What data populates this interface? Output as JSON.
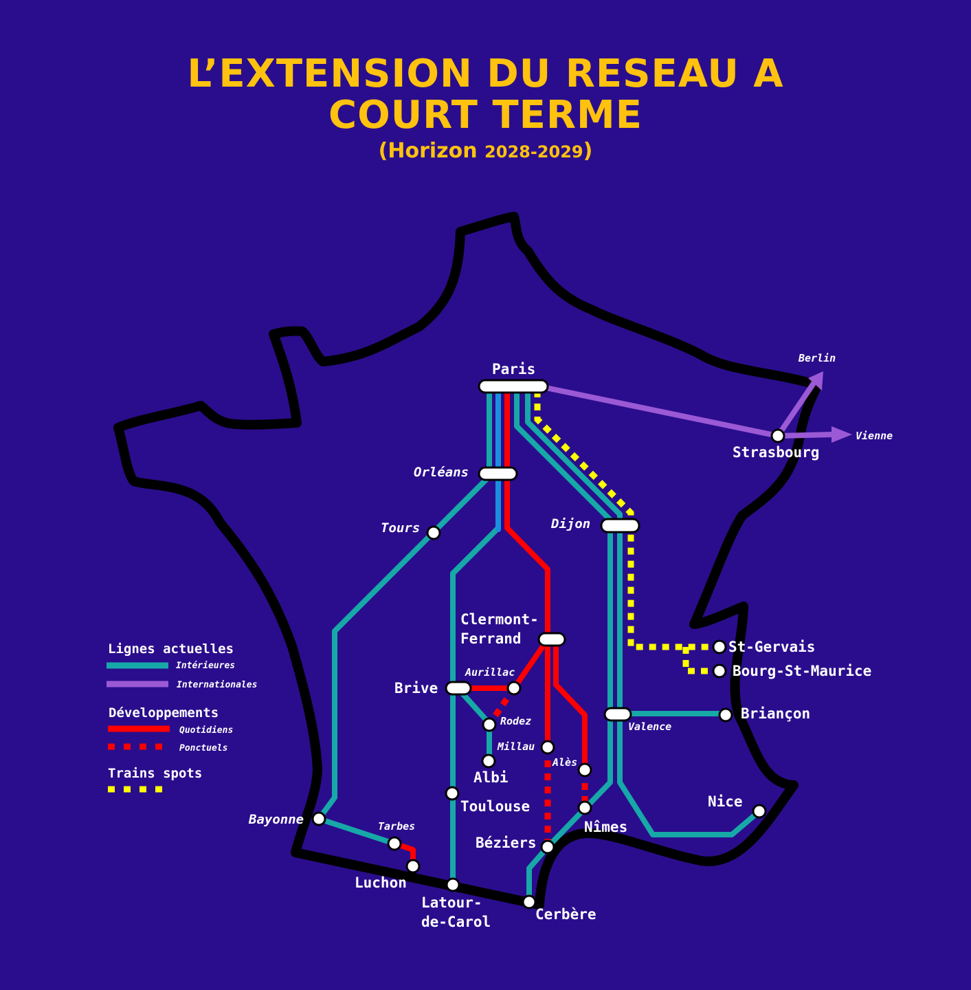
{
  "title_line1": "L’EXTENSION DU RESEAU A",
  "title_line2": "COURT TERME",
  "subtitle_open": "(Horizon ",
  "subtitle_years": "2028-2029",
  "subtitle_close": ")",
  "colors": {
    "background": "#2a0d8c",
    "title": "#ffc20e",
    "interior": "#17a8a8",
    "international": "#9b59d6",
    "daily": "#ff0000",
    "occasional": "#ff0000",
    "spots": "#ffff00",
    "outline": "#000000"
  },
  "cities": {
    "paris": "Paris",
    "orleans": "Orléans",
    "tours": "Tours",
    "dijon": "Dijon",
    "strasbourg": "Strasbourg",
    "berlin": "Berlin",
    "vienne": "Vienne",
    "clermont1": "Clermont-",
    "clermont2": "Ferrand",
    "aurillac": "Aurillac",
    "brive": "Brive",
    "rodez": "Rodez",
    "millau": "Millau",
    "albi": "Albi",
    "ales": "Alès",
    "st_gervais": "St-Gervais",
    "bourg": "Bourg-St-Maurice",
    "briancon": "Briançon",
    "valence": "Valence",
    "toulouse": "Toulouse",
    "nimes": "Nîmes",
    "nice": "Nice",
    "beziers": "Béziers",
    "bayonne": "Bayonne",
    "tarbes": "Tarbes",
    "luchon": "Luchon",
    "latour1": "Latour-",
    "latour2": "de-Carol",
    "cerbere": "Cerbère"
  },
  "legend": {
    "current_heading": "Lignes actuelles",
    "interior": "Intérieures",
    "international": "Internationales",
    "dev_heading": "Développements",
    "daily": "Quotidiens",
    "occasional": "Ponctuels",
    "spots_heading": "Trains spots"
  }
}
